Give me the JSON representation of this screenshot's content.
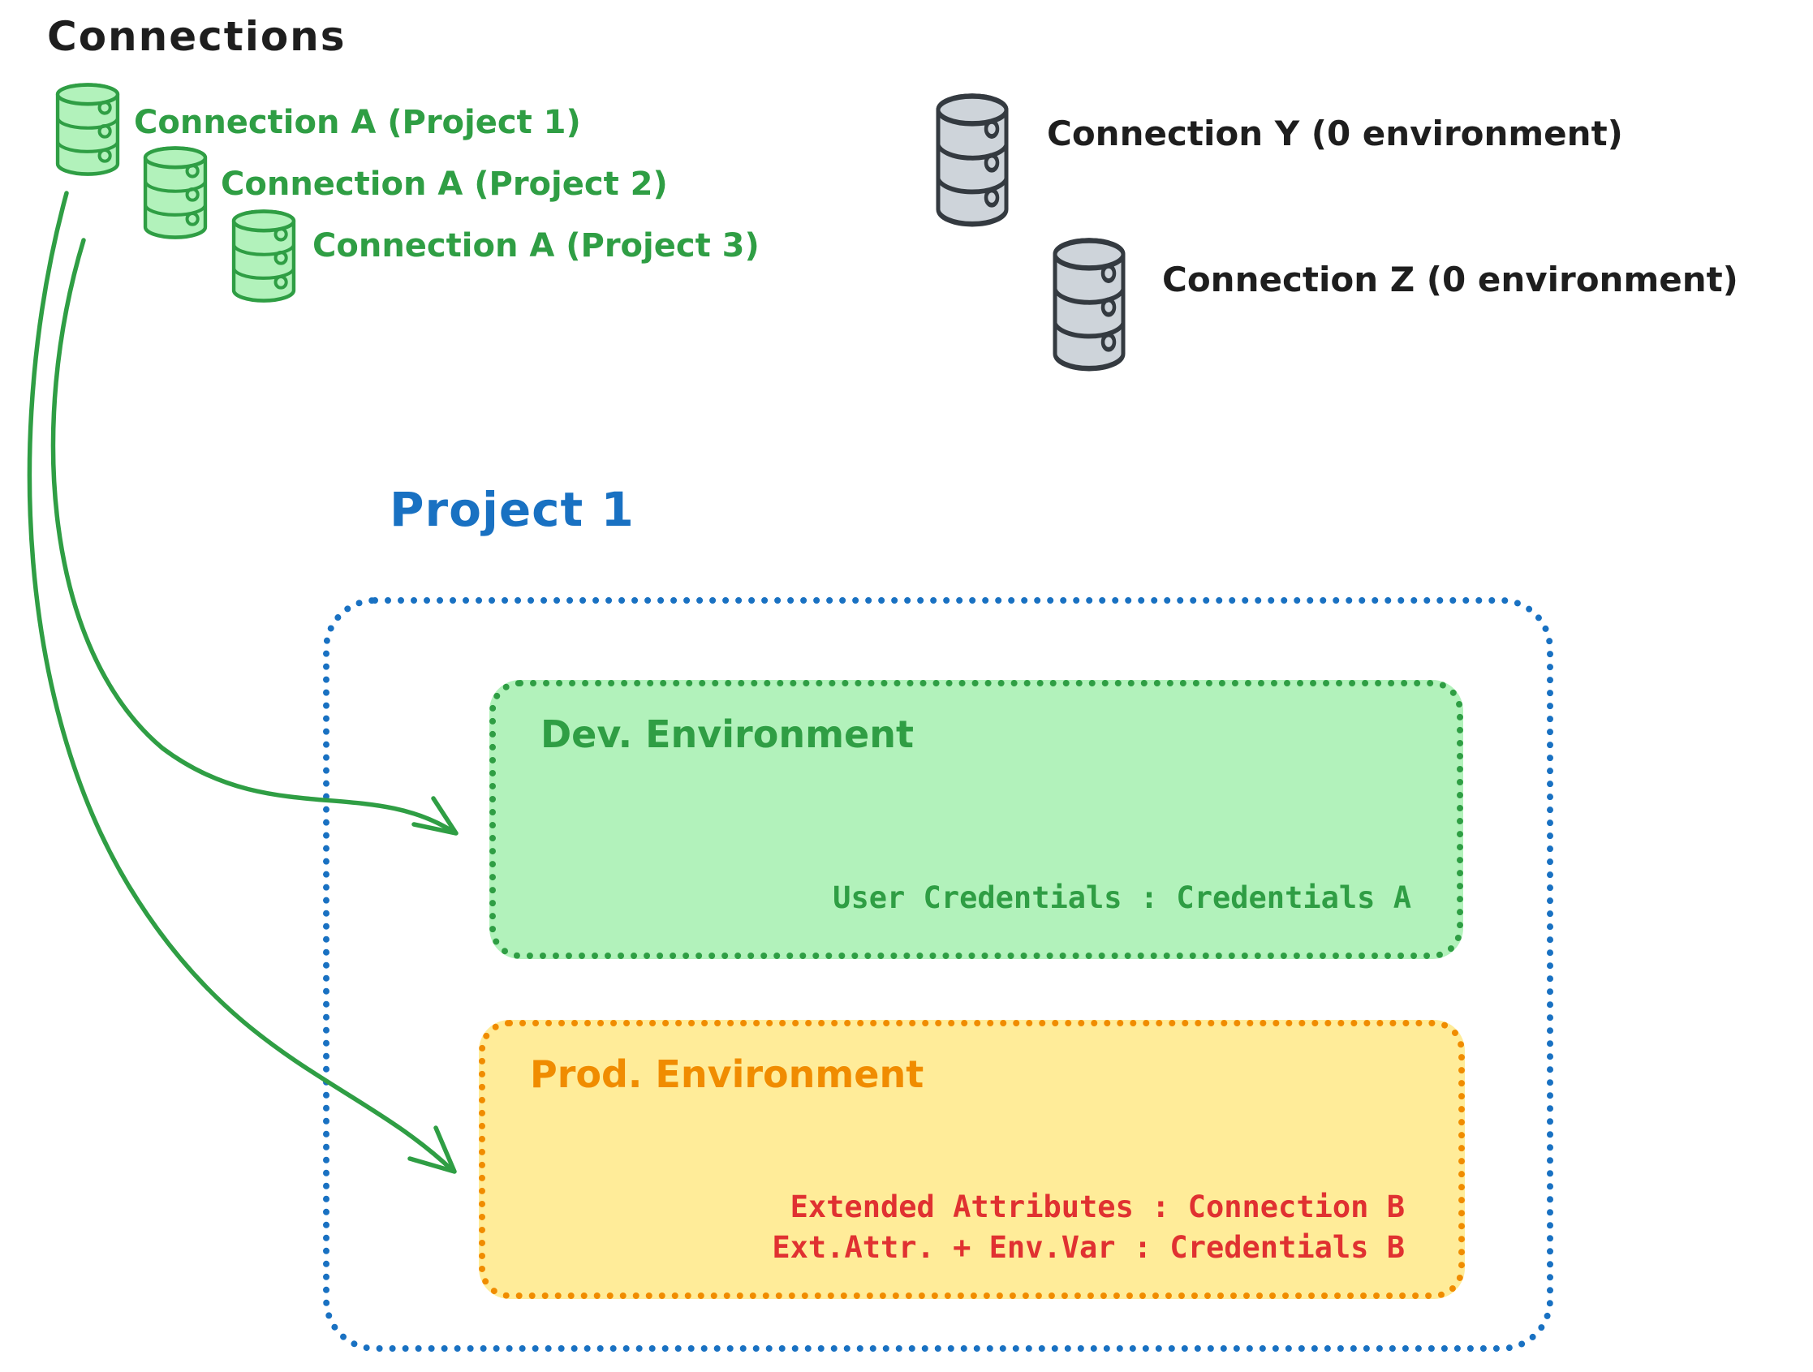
{
  "title": "Connections",
  "green_connections": [
    {
      "label": "Connection A (Project 1)"
    },
    {
      "label": "Connection A (Project 2)"
    },
    {
      "label": "Connection A (Project 3)"
    }
  ],
  "gray_connections": [
    {
      "label": "Connection Y (0 environment)"
    },
    {
      "label": "Connection Z (0 environment)"
    }
  ],
  "project": {
    "title": "Project 1",
    "dev": {
      "title": "Dev. Environment",
      "mapping": "User Credentials : Credentials A"
    },
    "prod": {
      "title": "Prod. Environment",
      "mappings": [
        "Extended Attributes : Connection B",
        "Ext.Attr. + Env.Var : Credentials B"
      ]
    }
  },
  "colors": {
    "green_stroke": "#2f9e44",
    "green_fill": "#b2f2bb",
    "gray_stroke": "#343a40",
    "gray_fill": "#ced4da",
    "blue": "#1971c2",
    "orange_stroke": "#f08c00",
    "orange_fill": "#ffec99",
    "red": "#e03131",
    "black": "#1e1e1e"
  }
}
